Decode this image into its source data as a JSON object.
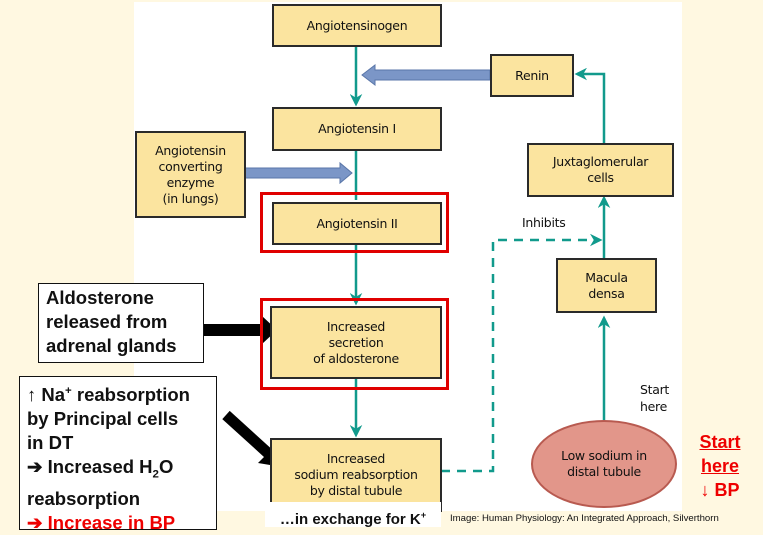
{
  "diagram": {
    "nodes": {
      "angiotensinogen": "Angiotensinogen",
      "renin": "Renin",
      "angiotensin_1": "Angiotensin I",
      "ace": [
        "Angiotensin",
        "converting",
        "enzyme",
        "(in lungs)"
      ],
      "angiotensin_2": "Angiotensin II",
      "juxtaglomerular": [
        "Juxtaglomerular",
        "cells"
      ],
      "aldosterone_secretion": [
        "Increased",
        "secretion",
        "of aldosterone"
      ],
      "macula_densa": [
        "Macula",
        "densa"
      ],
      "sodium_reabsorption": [
        "Increased",
        "sodium reabsorption",
        "by distal tubule"
      ],
      "low_sodium": [
        "Low sodium in",
        "distal tubule"
      ]
    },
    "labels": {
      "inhibits": "Inhibits",
      "start_here_small": [
        "Start",
        "here"
      ]
    },
    "highlighted_nodes": [
      "angiotensin_2",
      "aldosterone_secretion"
    ],
    "colors": {
      "box_fill": "#fbe49f",
      "flow_arrow": "#119a8c",
      "enzyme_arrow": "#7b96c7",
      "highlight": "#e00000",
      "ellipse_fill": "#e2968a",
      "accent_text": "#ee0000"
    }
  },
  "callouts": {
    "aldosterone": [
      "Aldosterone",
      "released from",
      "adrenal glands"
    ],
    "effects": {
      "line1_arrow": "↑",
      "line1_text": "Na",
      "line1_sup": "+",
      "line1_rest": "reabsorption",
      "line2": "by Principal cells",
      "line3": "in DT",
      "line4_arrow": "➔",
      "line4_text": "Increased H",
      "line4_sub": "2",
      "line4_rest": "O",
      "line5": "reabsorption",
      "line6": "➔ Increase in BP"
    }
  },
  "exchange_note": {
    "text": "…in exchange for K",
    "sup": "+"
  },
  "start_here_big": {
    "line1": "Start",
    "line2": "here",
    "line3_arrow": "↓",
    "line3_text": "BP"
  },
  "citation": "Image: Human Physiology:  An Integrated Approach, Silverthorn"
}
